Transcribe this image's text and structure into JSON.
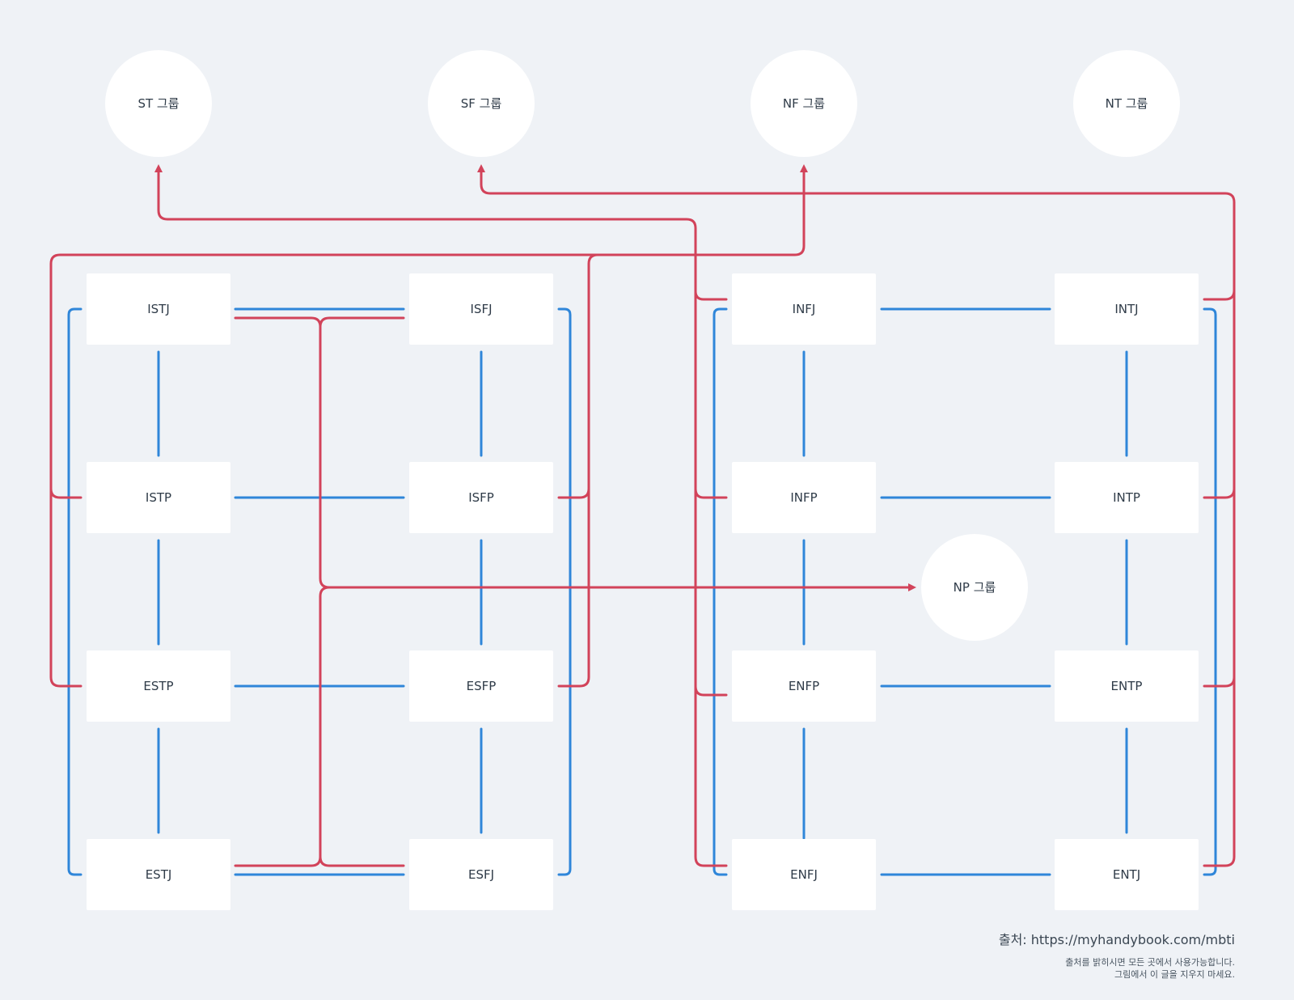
{
  "groups": [
    {
      "id": "st",
      "label": "ST 그룹"
    },
    {
      "id": "sf",
      "label": "SF 그룹"
    },
    {
      "id": "nf",
      "label": "NF 그룹"
    },
    {
      "id": "nt",
      "label": "NT 그룹"
    },
    {
      "id": "np",
      "label": "NP 그룹"
    }
  ],
  "types": [
    {
      "id": "istj",
      "label": "ISTJ"
    },
    {
      "id": "isfj",
      "label": "ISFJ"
    },
    {
      "id": "infj",
      "label": "INFJ"
    },
    {
      "id": "intj",
      "label": "INTJ"
    },
    {
      "id": "istp",
      "label": "ISTP"
    },
    {
      "id": "isfp",
      "label": "ISFP"
    },
    {
      "id": "infp",
      "label": "INFP"
    },
    {
      "id": "intp",
      "label": "INTP"
    },
    {
      "id": "estp",
      "label": "ESTP"
    },
    {
      "id": "esfp",
      "label": "ESFP"
    },
    {
      "id": "enfp",
      "label": "ENFP"
    },
    {
      "id": "entp",
      "label": "ENTP"
    },
    {
      "id": "estj",
      "label": "ESTJ"
    },
    {
      "id": "esfj",
      "label": "ESFJ"
    },
    {
      "id": "enfj",
      "label": "ENFJ"
    },
    {
      "id": "entj",
      "label": "ENTJ"
    }
  ],
  "colors": {
    "blue": "#2f86d9",
    "red": "#d2435a",
    "node": "#ffffff",
    "background": "#eff2f6"
  },
  "source": {
    "line": "출처: https://myhandybook.com/mbti",
    "note1": "출처를 밝히시면 모든 곳에서 사용가능합니다.",
    "note2": "그림에서 이 글을 지우지 마세요."
  }
}
